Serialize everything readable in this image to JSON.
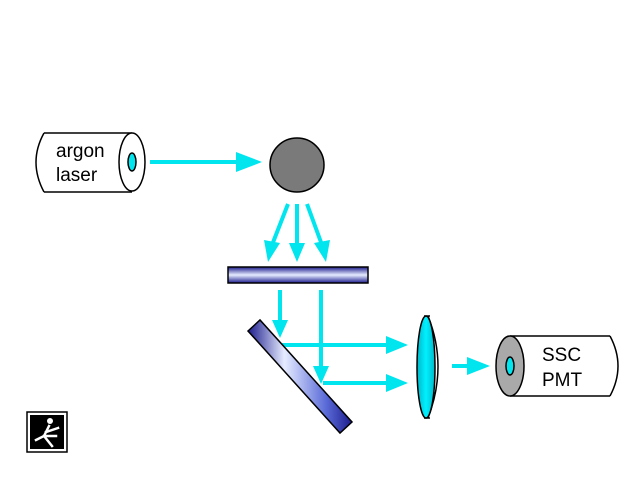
{
  "laser": {
    "line1": "argon",
    "line2": "laser"
  },
  "detector": {
    "line1": "SSC",
    "line2": "PMT"
  },
  "colors": {
    "beam": "#00e5ee",
    "particle": "#7a7a7a",
    "outline": "#000000",
    "filter_dark": "#1c1c8c",
    "filter_light": "#e6ecff",
    "lens": "#00e5ee",
    "pmt_window": "#a9a9a9"
  },
  "icons": {
    "laser": "cylinder-laser-icon",
    "particle": "particle-sphere-icon",
    "detector": "photomultiplier-icon",
    "logo": "walking-figure-logo-icon"
  }
}
